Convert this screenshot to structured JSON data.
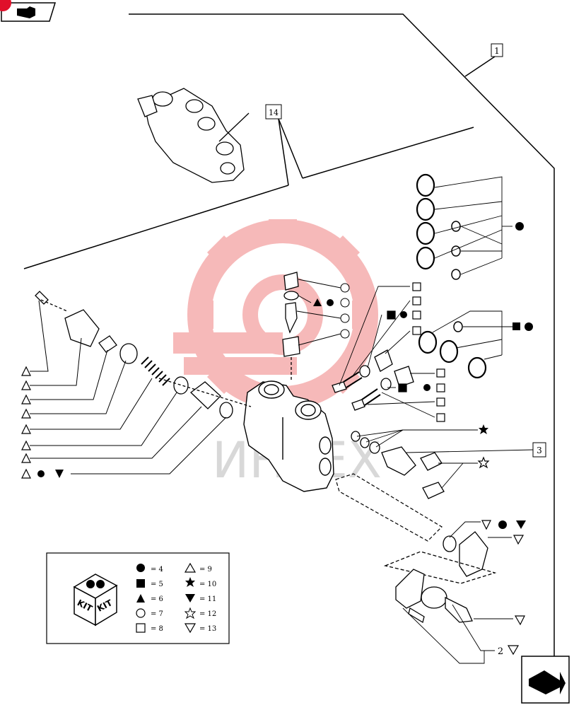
{
  "diagram": {
    "watermark_text": "ИНТЕХ",
    "callouts": {
      "c1": "1",
      "c14": "14",
      "c3": "3",
      "c2": "2"
    },
    "legend": [
      {
        "symbol": "filled-circle-icon",
        "text": "= 4"
      },
      {
        "symbol": "filled-square-icon",
        "text": "= 5"
      },
      {
        "symbol": "filled-triangle-up-icon",
        "text": "= 6"
      },
      {
        "symbol": "open-circle-icon",
        "text": "= 7"
      },
      {
        "symbol": "open-square-icon",
        "text": "= 8"
      },
      {
        "symbol": "open-triangle-up-icon",
        "text": "= 9"
      },
      {
        "symbol": "filled-star-icon",
        "text": "= 10"
      },
      {
        "symbol": "filled-triangle-down-icon",
        "text": "= 11"
      },
      {
        "symbol": "open-star-icon",
        "text": "= 12"
      },
      {
        "symbol": "open-triangle-down-icon",
        "text": "= 13"
      }
    ],
    "kit_box_text": [
      "KIT",
      "KIT"
    ]
  },
  "colors": {
    "line": "#000000",
    "watermark": "#f08080",
    "watermark_text": "#c8c8c8",
    "nav_red": "#e0102a"
  }
}
